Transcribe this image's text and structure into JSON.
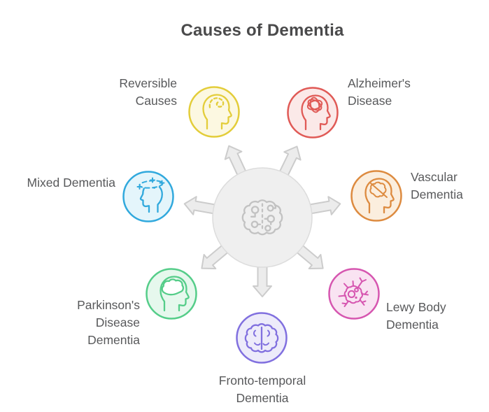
{
  "title": "Causes of Dementia",
  "colors": {
    "title_color": "#4a4a4b",
    "label_color": "#58595b",
    "hub_fill": "#efefef",
    "hub_stroke": "#dcdcdc",
    "arrow_fill": "#ececec",
    "arrow_stroke": "#cccccc",
    "hub_glyph": "#c2c2c2"
  },
  "center": {
    "icon": "brain-top-view-icon"
  },
  "items": [
    {
      "id": "reversible-causes",
      "label": "Reversible\nCauses",
      "icon": "head-brain-dashed-icon",
      "stroke": "#e3cd3a",
      "fill": "#fcf8e1"
    },
    {
      "id": "alzheimers-disease",
      "label": "Alzheimer's\nDisease",
      "icon": "head-brain-tangles-icon",
      "stroke": "#e05a56",
      "fill": "#fbe9e8"
    },
    {
      "id": "vascular-dementia",
      "label": "Vascular\nDementia",
      "icon": "head-brain-blocked-icon",
      "stroke": "#dd8b40",
      "fill": "#fbeede"
    },
    {
      "id": "lewy-body-dementia",
      "label": "Lewy Body\nDementia",
      "icon": "neuron-icon",
      "stroke": "#d656b0",
      "fill": "#f9e3f2"
    },
    {
      "id": "fronto-temporal-dementia",
      "label": "Fronto-temporal\nDementia",
      "icon": "brain-top-view-icon",
      "stroke": "#8170df",
      "fill": "#edebfa"
    },
    {
      "id": "parkinsons-disease-dementia",
      "label": "Parkinson's\nDisease\nDementia",
      "icon": "head-brain-solid-icon",
      "stroke": "#55cd89",
      "fill": "#e6f8ed"
    },
    {
      "id": "mixed-dementia",
      "label": "Mixed Dementia",
      "icon": "head-dizzy-icon",
      "stroke": "#31a9dd",
      "fill": "#e4f5fb"
    }
  ]
}
